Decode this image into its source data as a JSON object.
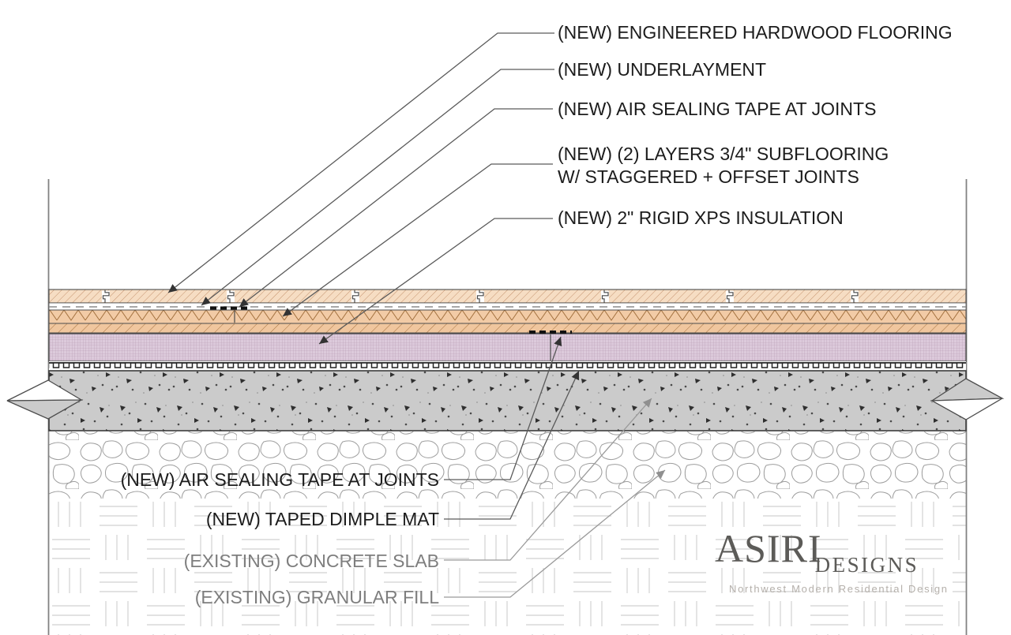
{
  "drawing_title": "Floor assembly detail over existing concrete slab",
  "callouts_top": [
    {
      "label": "(NEW) ENGINEERED HARDWOOD FLOORING",
      "target_layer": "hardwood-flooring"
    },
    {
      "label": "(NEW) UNDERLAYMENT",
      "target_layer": "underlayment"
    },
    {
      "label": "(NEW) AIR SEALING TAPE AT JOINTS",
      "target_layer": "subfloor-joint-tape"
    },
    {
      "label": "(NEW) (2) LAYERS 3/4\" SUBFLOORING",
      "label2": "W/ STAGGERED + OFFSET JOINTS",
      "target_layer": "subflooring"
    },
    {
      "label": "(NEW) 2\" RIGID XPS INSULATION",
      "target_layer": "xps-insulation"
    }
  ],
  "callouts_bottom": [
    {
      "label": "(NEW) AIR SEALING TAPE AT JOINTS",
      "target_layer": "xps-joint-tape",
      "status": "new"
    },
    {
      "label": "(NEW) TAPED DIMPLE MAT",
      "target_layer": "dimple-mat",
      "status": "new"
    },
    {
      "label": "(EXISTING) CONCRETE SLAB",
      "target_layer": "concrete-slab",
      "status": "existing"
    },
    {
      "label": "(EXISTING) GRANULAR FILL",
      "target_layer": "granular-fill",
      "status": "existing"
    }
  ],
  "layers_top_to_bottom": [
    "engineered hardwood flooring",
    "underlayment",
    "subflooring layer 1 (3/4\")",
    "subflooring layer 2 (3/4\")",
    "2\" rigid XPS insulation",
    "taped dimple mat",
    "existing concrete slab",
    "existing granular fill"
  ],
  "logo": {
    "name": "ASIRI",
    "suffix": "DESIGNS",
    "tagline": "Northwest Modern Residential Design"
  },
  "colors": {
    "hardwood_fill": "#f6ddc3",
    "hardwood_hatch": "#bf8a63",
    "subfloor_fill": "#f2cba6",
    "subfloor_hatch": "#a3713f",
    "xps_fill": "#dccadb",
    "xps_grid": "#b89ab3",
    "concrete_fill": "#cbcbcb",
    "line_dark": "#4d4d4d",
    "existing_text_gray": "#7e7e7e",
    "logo_gray": "#5c5b58",
    "tagline_gray": "#b5b0ab"
  }
}
